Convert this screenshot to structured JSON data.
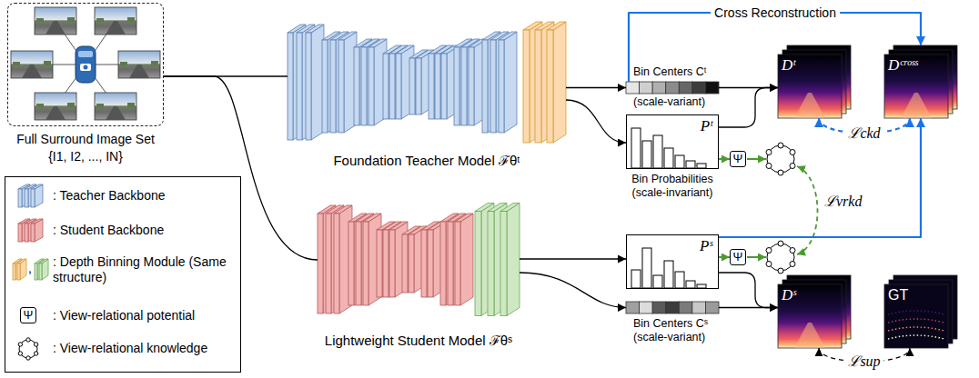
{
  "diagram": {
    "nodes": [
      {
        "text": [
          "Full Surround Image Set",
          "{I1, I2, ..., IN}"
        ]
      },
      {
        "text": [
          "Foundation Teacher Model ℱθᵗ"
        ]
      },
      {
        "text": [
          "Lightweight Student Model ℱθˢ"
        ]
      },
      {
        "text": [
          "Bin Centers Cᵗ",
          "(scale-variant)"
        ]
      },
      {
        "text": [
          "Pᵗ",
          "Bin Probabilities (scale-invariant)"
        ]
      },
      {
        "text": [
          "Ψ"
        ]
      },
      {
        "text": [
          "Dᵗ"
        ]
      },
      {
        "text": [
          "Dᶜʳᵒˢˢ"
        ]
      },
      {
        "text": [
          "Pˢ"
        ]
      },
      {
        "text": [
          "Ψ"
        ]
      },
      {
        "text": [
          "Bin Centers Cˢ",
          "(scale-variant)"
        ]
      },
      {
        "text": [
          "Dˢ"
        ]
      },
      {
        "text": [
          "GT"
        ]
      }
    ],
    "edges": [
      {
        "from": 0,
        "to": 1,
        "arrow": "none"
      },
      {
        "from": 0,
        "to": 2,
        "arrow": "none"
      },
      {
        "from": 1,
        "to": 3,
        "arrow": "to"
      },
      {
        "from": 1,
        "to": 4,
        "arrow": "to"
      },
      {
        "from": 3,
        "to": 6,
        "arrow": "to"
      },
      {
        "from": 4,
        "to": 6,
        "arrow": "to"
      },
      {
        "from": 4,
        "to": 5,
        "arrow": "to"
      },
      {
        "from": 3,
        "to": 7,
        "label": "Cross Reconstruction",
        "arrow": "to"
      },
      {
        "from": 6,
        "to": 7,
        "label": "ℒckd",
        "arrow": "both"
      },
      {
        "from": 2,
        "to": 8,
        "arrow": "to"
      },
      {
        "from": 2,
        "to": 10,
        "arrow": "to"
      },
      {
        "from": 8,
        "to": 9,
        "arrow": "to"
      },
      {
        "from": 8,
        "to": 7,
        "arrow": "to"
      },
      {
        "from": 8,
        "to": 11,
        "arrow": "to"
      },
      {
        "from": 10,
        "to": 11,
        "arrow": "to"
      },
      {
        "from": 11,
        "to": 12,
        "label": "ℒsup",
        "arrow": "both"
      }
    ],
    "labels": [
      "ℒvrkd",
      ",",
      "Ψ"
    ],
    "legend": [
      {
        "text": ": Teacher Backbone",
        "color": "#c6d9f0"
      },
      {
        "text": ": Student Backbone",
        "color": "#f2b3b3"
      },
      {
        "text": ": Depth Binning Module (Same structure)"
      },
      {
        "text": ": View-relational potential"
      },
      {
        "text": ": View-relational knowledge"
      }
    ]
  }
}
